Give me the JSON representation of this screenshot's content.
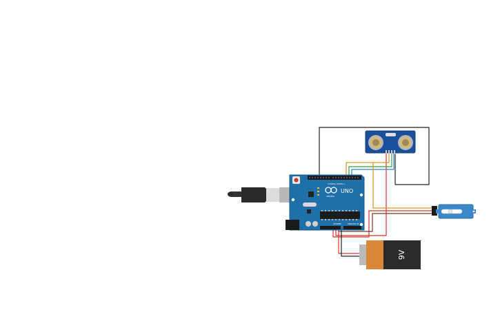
{
  "arduino": {
    "model_label": "UNO",
    "brand_label": "ARDUINO",
    "power_header_label": "POWER",
    "analog_header_label": "ANALOG IN",
    "digital_header_label": "DIGITAL (PWM~)"
  },
  "battery": {
    "label": "9V",
    "body_color": "#2b2b2b",
    "cap_color": "#d9883a"
  },
  "colors": {
    "board": "#1f6fa8",
    "sensor_board": "#1a4f9c",
    "servo": "#3a87c9",
    "wire_black": "#222222",
    "wire_red": "#d2332b",
    "wire_orange": "#e0902a",
    "wire_green": "#2e9e4a",
    "wire_blue": "#2d7fd0",
    "wire_brown": "#6b3a1e"
  },
  "components": {
    "usb_cable": "usb-cable",
    "arduino": "arduino-uno-board",
    "ultrasonic": "ultrasonic-sensor",
    "servo": "servo-motor",
    "battery": "battery-9v"
  }
}
